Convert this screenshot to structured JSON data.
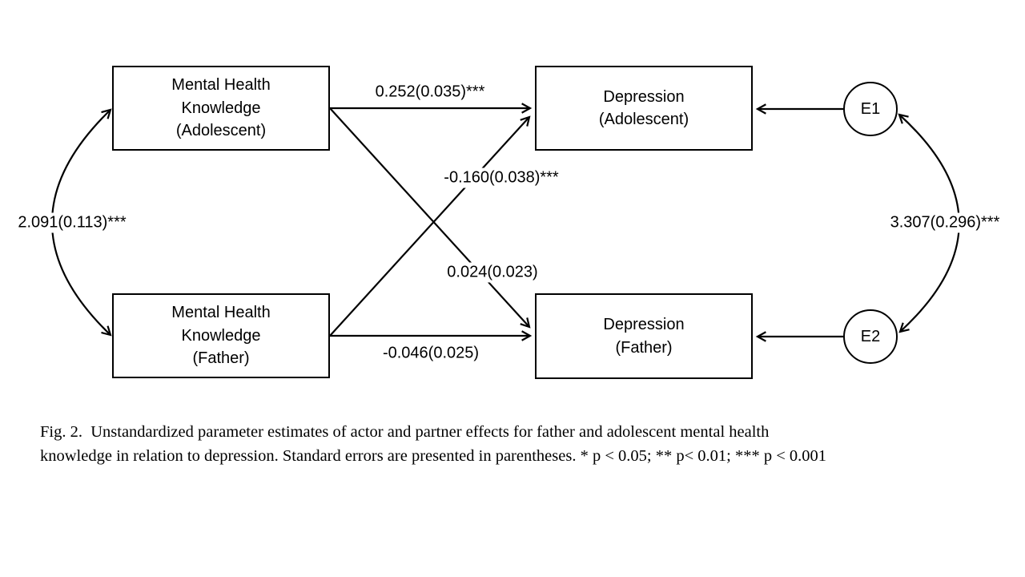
{
  "figure": {
    "nodes": {
      "mhk_adolescent": "Mental Health Knowledge (Adolescent)",
      "mhk_father": "Mental Health Knowledge (Father)",
      "dep_adolescent": "Depression (Adolescent)",
      "dep_father": "Depression (Father)",
      "e1": "E1",
      "e2": "E2"
    },
    "paths": {
      "actor_adolescent": "0.252(0.035)***",
      "partner_father_to_adolescent": "-0.160(0.038)***",
      "partner_adolescent_to_father": "0.024(0.023)",
      "actor_father": "-0.046(0.025)",
      "covariance_knowledge": "2.091(0.113)***",
      "covariance_errors": "3.307(0.296)***"
    },
    "caption": {
      "line1": "Fig. 2.  Unstandardized parameter estimates of actor and partner effects for father and adolescent mental health",
      "line2": "knowledge in relation to depression. Standard errors are presented in parentheses. * p < 0.05; ** p< 0.01; *** p < 0.001"
    },
    "colors": {
      "line": "#000000",
      "background": "#ffffff",
      "text": "#000000"
    }
  }
}
